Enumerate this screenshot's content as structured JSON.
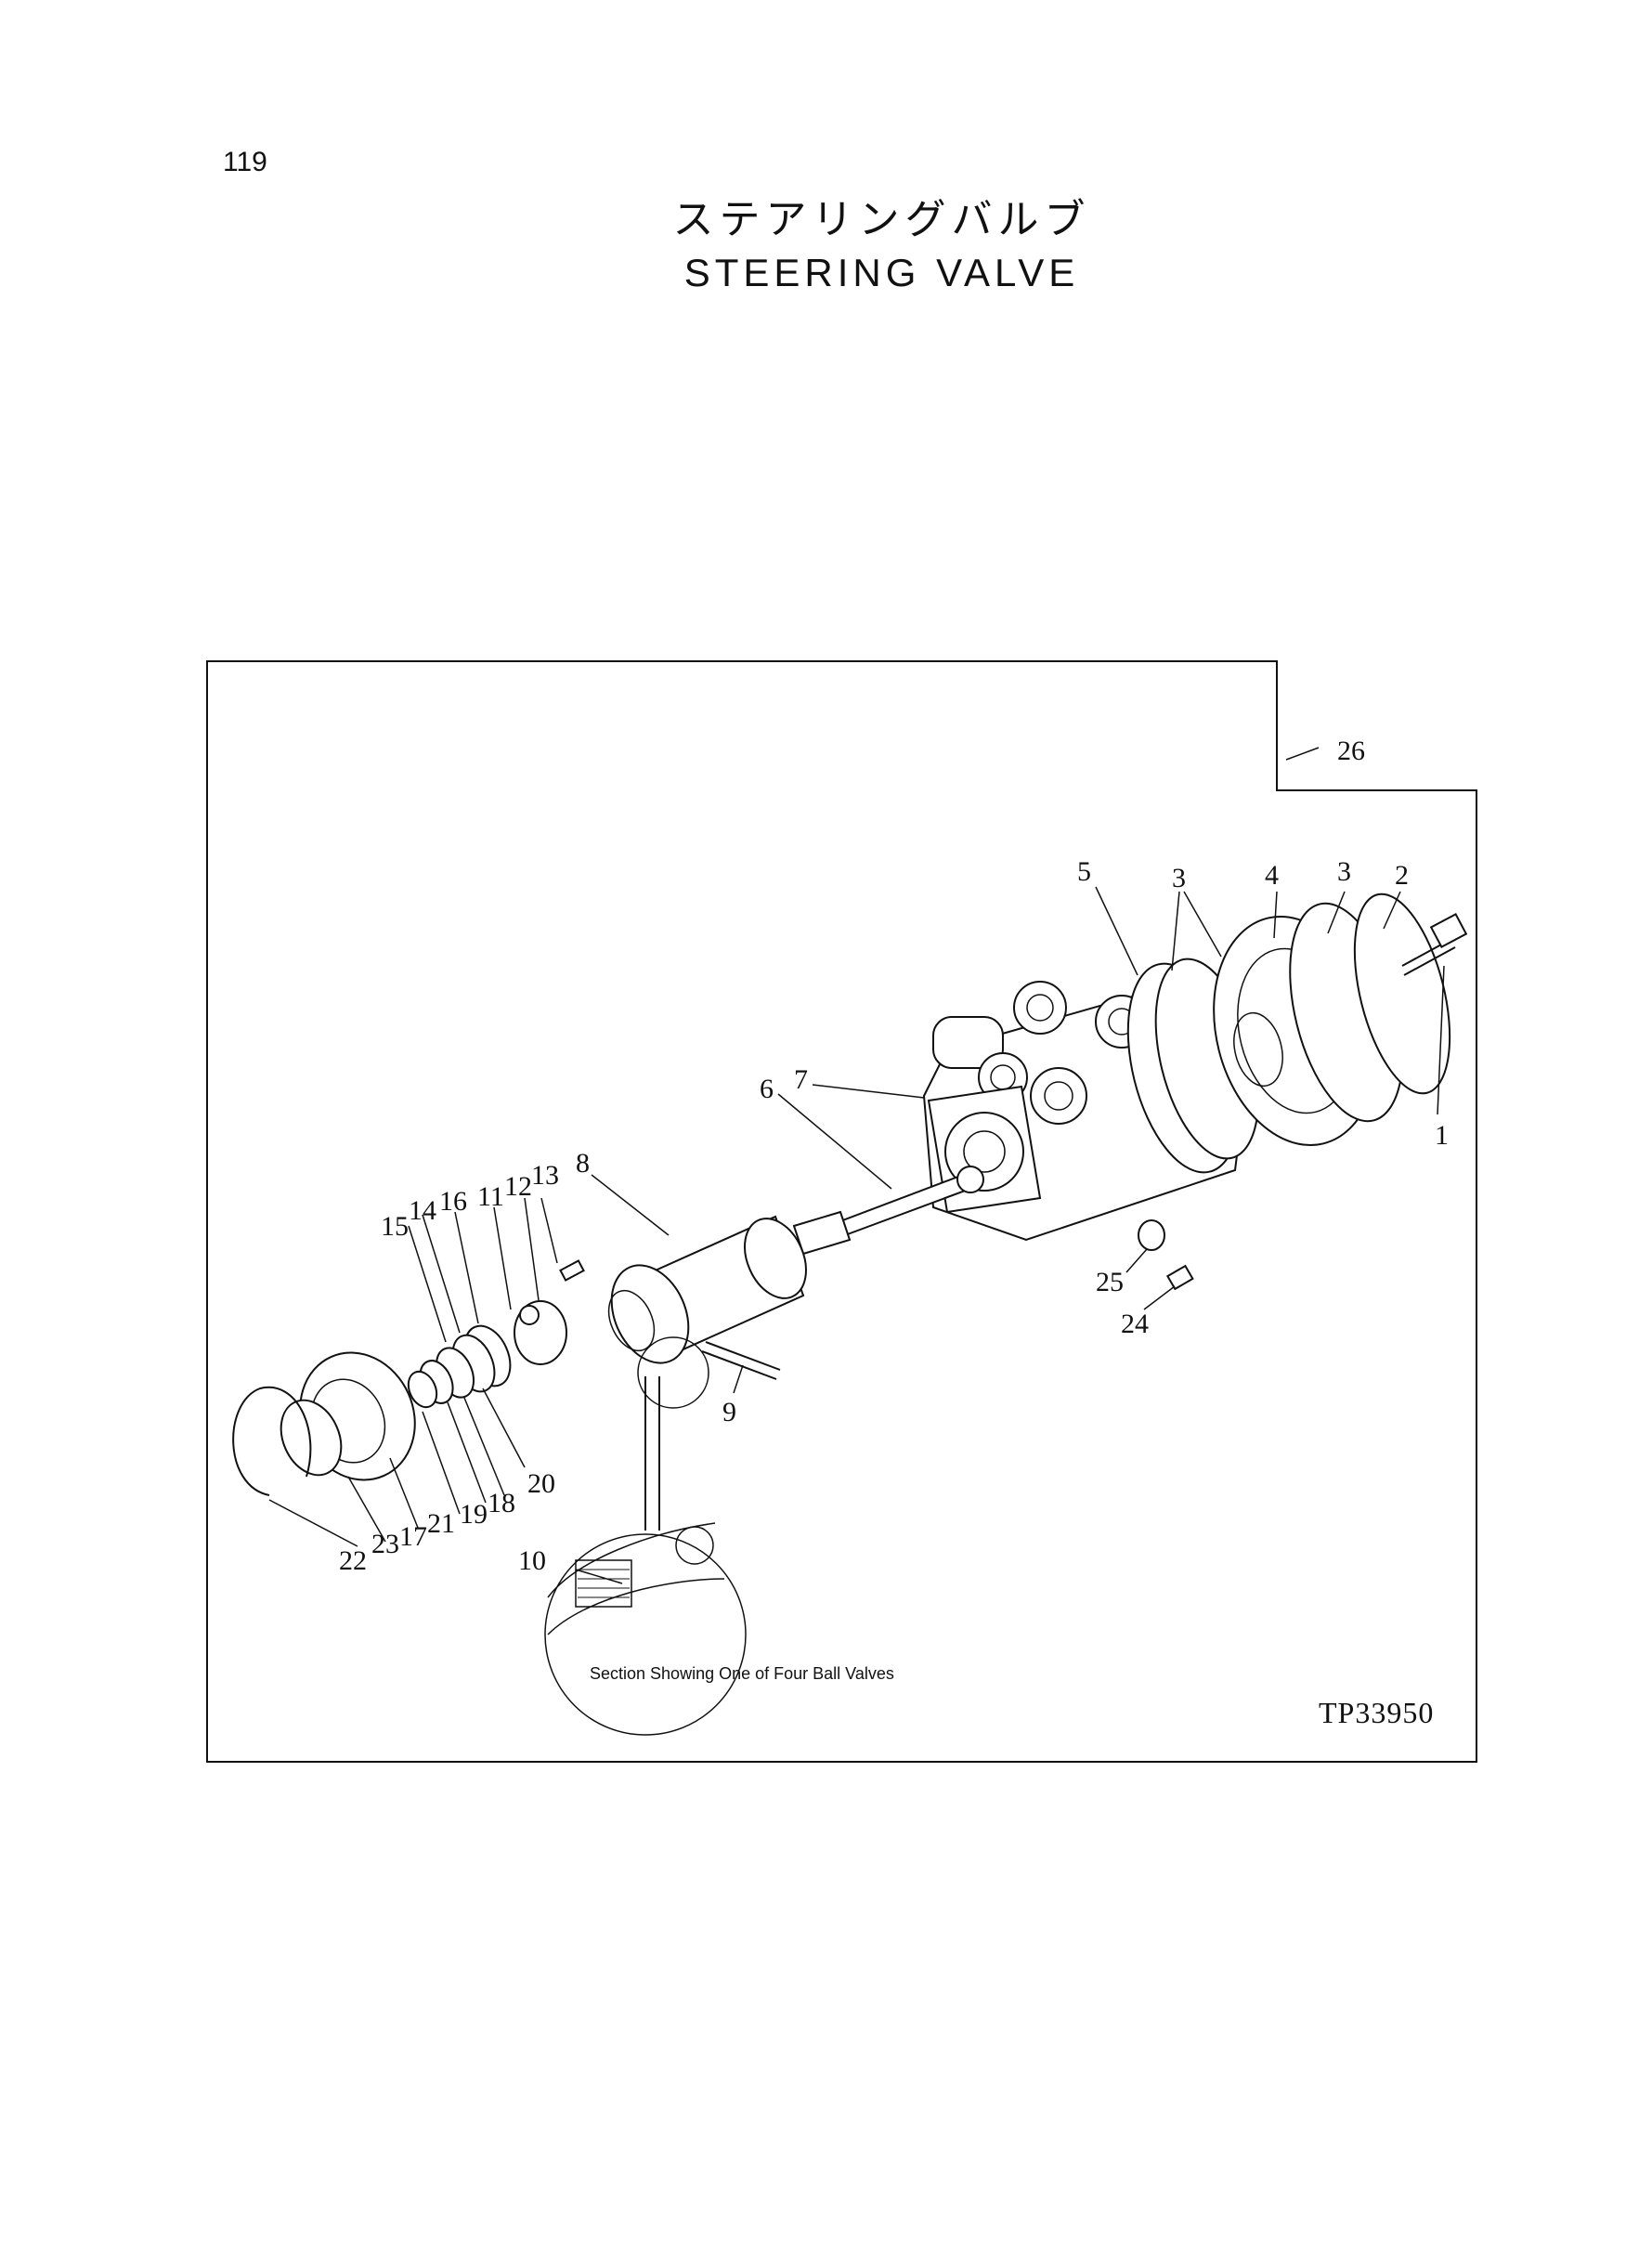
{
  "page": {
    "number": "119"
  },
  "title": {
    "japanese": "ステアリングバルブ",
    "english": "STEERING VALVE"
  },
  "diagram": {
    "drawing_code": "TP33950",
    "section_caption": "Section Showing One of Four Ball Valves",
    "callouts": [
      "1",
      "2",
      "3",
      "3",
      "4",
      "5",
      "6",
      "7",
      "8",
      "9",
      "10",
      "11",
      "12",
      "13",
      "14",
      "15",
      "16",
      "17",
      "18",
      "19",
      "20",
      "21",
      "22",
      "23",
      "24",
      "25",
      "26"
    ]
  }
}
